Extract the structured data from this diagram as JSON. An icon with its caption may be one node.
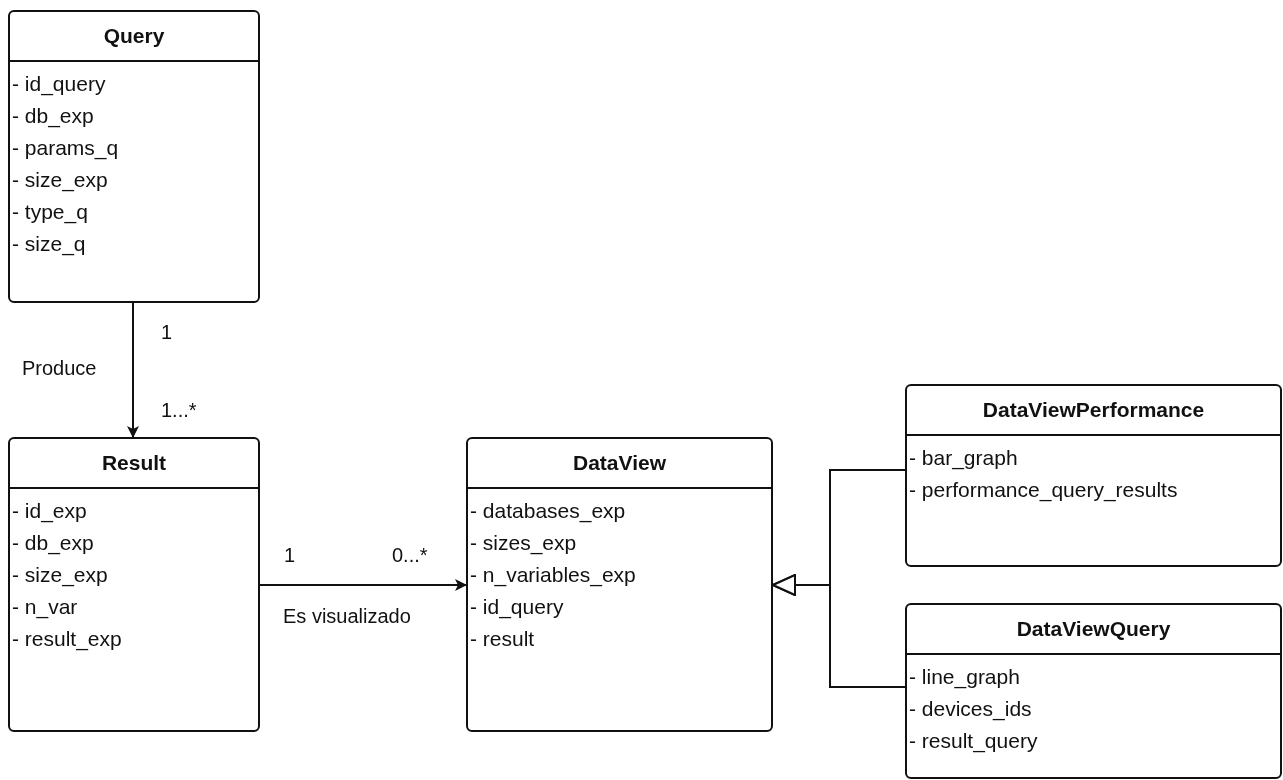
{
  "diagram": {
    "nodes": [
      {
        "text": [
          "Query",
          "- id_query",
          "- db_exp",
          "- params_q",
          "- size_exp",
          "- type_q",
          "- size_q"
        ]
      },
      {
        "text": [
          "Result",
          "- id_exp",
          "- db_exp",
          "- size_exp",
          "- n_var",
          "- result_exp"
        ]
      },
      {
        "text": [
          "DataView",
          "- databases_exp",
          "- sizes_exp",
          "- n_variables_exp",
          "- id_query",
          "- result"
        ]
      },
      {
        "text": [
          "DataViewPerformance",
          "- bar_graph",
          "- performance_query_results"
        ]
      },
      {
        "text": [
          "DataViewQuery",
          "- line_graph",
          "- devices_ids",
          "- result_query"
        ]
      }
    ],
    "edges": [
      {
        "from": 0,
        "to": 1,
        "arrow": "to",
        "label": "Produce"
      },
      {
        "from": 1,
        "to": 2,
        "arrow": "to",
        "label": "Es visualizado"
      },
      {
        "from": 3,
        "to": 2,
        "arrow": "to"
      },
      {
        "from": 4,
        "to": 2,
        "arrow": "to"
      }
    ],
    "labels": [
      "1",
      "1...*",
      "1",
      "0...*"
    ]
  }
}
